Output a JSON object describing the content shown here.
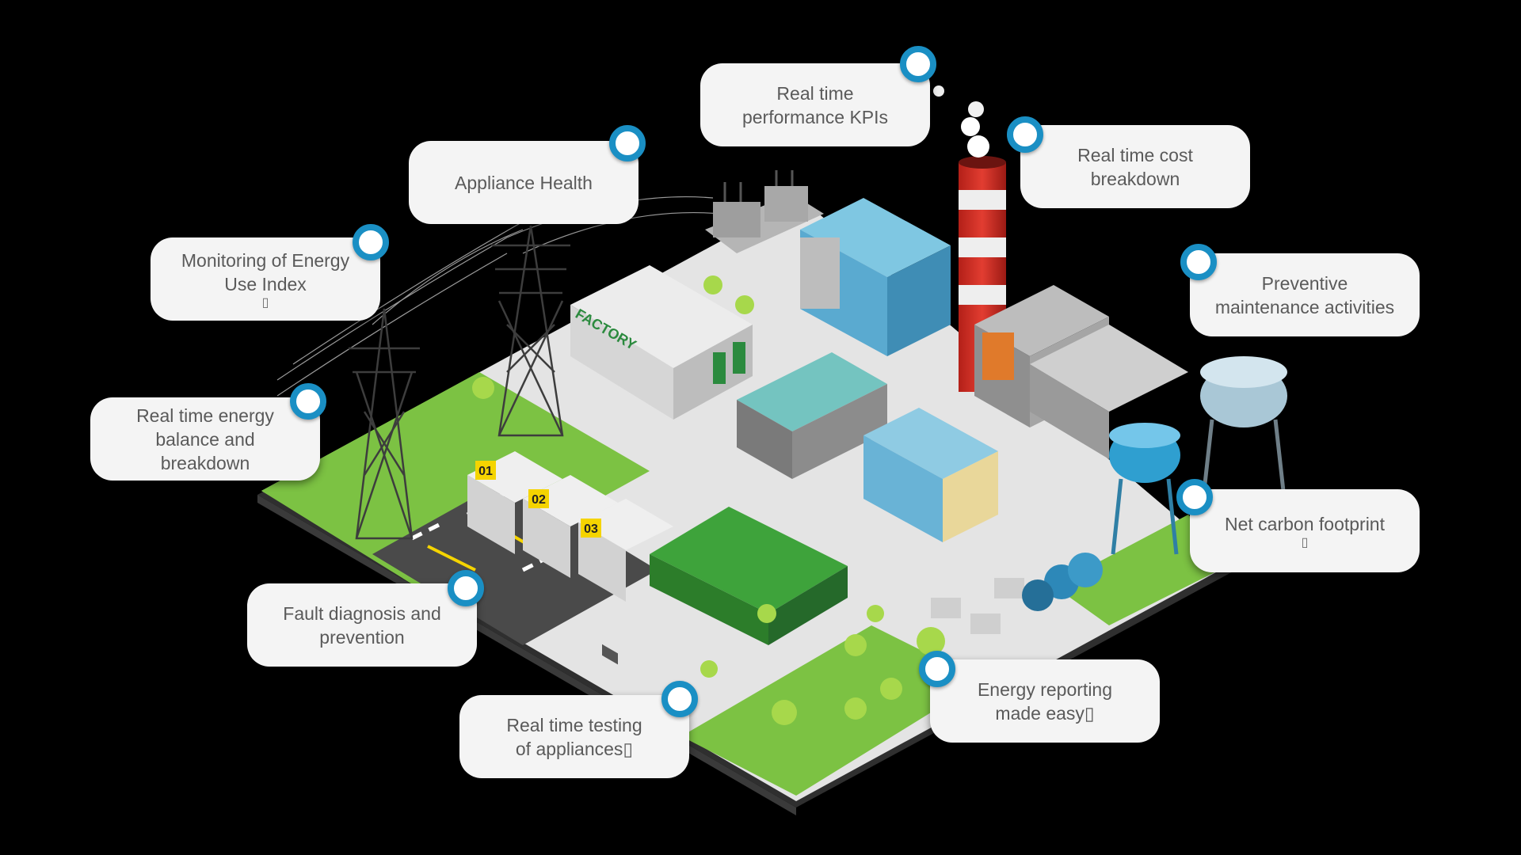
{
  "callouts": [
    {
      "id": "kpi",
      "lines": [
        "Real time",
        "performance KPIs"
      ],
      "glyph": ""
    },
    {
      "id": "appliance",
      "lines": [
        "Appliance Health"
      ],
      "glyph": ""
    },
    {
      "id": "cost",
      "lines": [
        "Real time cost",
        "breakdown"
      ],
      "glyph": ""
    },
    {
      "id": "eui",
      "lines": [
        "Monitoring of Energy",
        "Use Index"
      ],
      "glyph": "▯"
    },
    {
      "id": "preventive",
      "lines": [
        "Preventive",
        "maintenance activities"
      ],
      "glyph": ""
    },
    {
      "id": "balance",
      "lines": [
        "Real time energy",
        "balance and",
        "breakdown"
      ],
      "glyph": ""
    },
    {
      "id": "carbon",
      "lines": [
        "Net carbon footprint"
      ],
      "glyph": "▯"
    },
    {
      "id": "fault",
      "lines": [
        "Fault diagnosis and",
        "prevention"
      ],
      "glyph": ""
    },
    {
      "id": "reporting",
      "lines": [
        "Energy reporting",
        "made easy▯"
      ],
      "glyph": ""
    },
    {
      "id": "testing",
      "lines": [
        "Real time testing",
        "of appliances▯"
      ],
      "glyph": ""
    }
  ],
  "garage_labels": [
    "01",
    "02",
    "03"
  ],
  "factory_sign": "FACTORY",
  "colors": {
    "node_ring": "#1a8fc4",
    "callout_bg": "#f4f4f4",
    "grass": "#7cc243",
    "ground": "#e3e3e3",
    "chimney_red": "#d9342b"
  }
}
